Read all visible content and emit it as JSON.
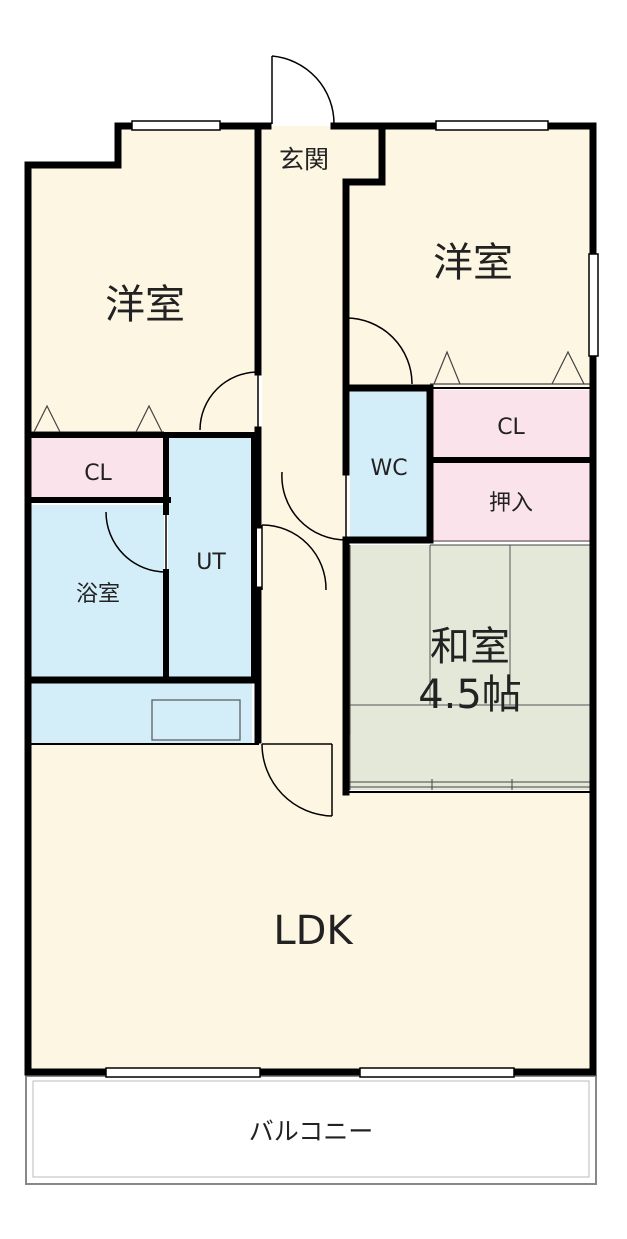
{
  "colors": {
    "wall": "#000000",
    "room_cream": "#fdf6e3",
    "room_blue": "#d4eef9",
    "room_pink": "#fbe3ec",
    "room_tatami": "#e3e8d9",
    "window": "#ffffff",
    "balcony": "#ffffff"
  },
  "rooms": {
    "western_left": "洋室",
    "western_right": "洋室",
    "entrance": "玄関",
    "closet_left": "CL",
    "closet_right": "CL",
    "bath": "浴室",
    "utility": "UT",
    "toilet": "WC",
    "oshiire": "押入",
    "washitsu_name": "和室",
    "washitsu_size": "4.5帖",
    "ldk": "LDK",
    "balcony": "バルコニー"
  }
}
